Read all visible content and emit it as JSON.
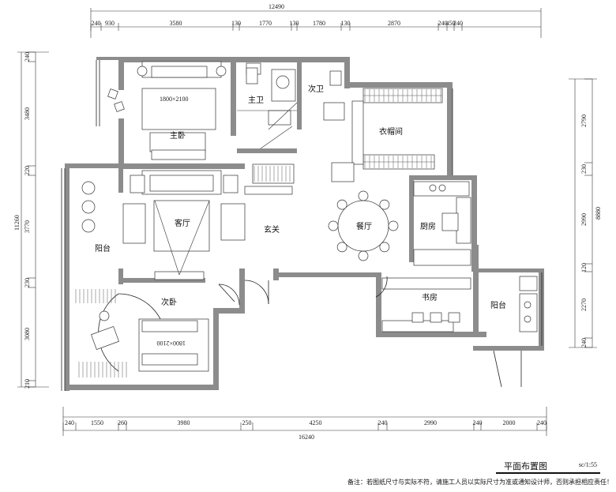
{
  "dimensions": {
    "top_total": "12490",
    "top_segments": [
      "240",
      "930",
      "3580",
      "130",
      "1770",
      "130",
      "1780",
      "130",
      "2870",
      "240",
      "450",
      "240"
    ],
    "bottom_total": "16240",
    "bottom_segments": [
      "240",
      "1550",
      "260",
      "3980",
      "250",
      "4250",
      "240",
      "2990",
      "240",
      "2000",
      "240"
    ],
    "left_total": "11260",
    "left_segments": [
      "240",
      "3480",
      "220",
      "3770",
      "230",
      "3080",
      "210"
    ],
    "right_total": "8880",
    "right_segments": [
      "2790",
      "230",
      "2990",
      "120",
      "2270",
      "240"
    ]
  },
  "rooms": {
    "master_bedroom": "主卧",
    "master_bath": "主卫",
    "second_bath": "次卫",
    "cloakroom": "衣帽间",
    "living_room": "客厅",
    "foyer": "玄关",
    "dining": "餐厅",
    "kitchen": "厨房",
    "balcony_west": "阳台",
    "second_bedroom": "次卧",
    "study": "书房",
    "balcony_east": "阳台"
  },
  "bed_label_master": "1800×2100",
  "bed_label_second": "1800×2100",
  "title": "平面布置图",
  "scale": "sc/1:55",
  "note": "备注：若图纸尺寸与实际不符，请施工人员以实际尺寸为准或通知设计师，否则承担相应责任！"
}
